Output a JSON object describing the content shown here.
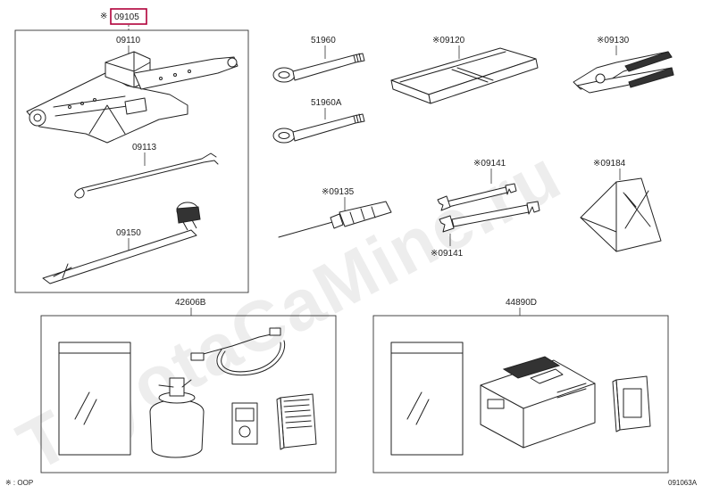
{
  "diagram": {
    "highlight_color": "#b0003a",
    "watermark": "ToyotaCaMine.ru",
    "footer_left": "※ : OOP",
    "footer_right": "091063A",
    "group_header": {
      "mark": "※",
      "code": "09105"
    },
    "parts": {
      "jack": "09110",
      "jack_handle": "09113",
      "lug_wrench": "09150",
      "tow_eye_1": "51960",
      "tow_eye_2": "51960A",
      "tool_bag": "※09120",
      "pliers": "※09130",
      "wrench_1": "※09141",
      "screwdriver": "※09135",
      "wrench_2": "※09141",
      "wheel_chock": "※09184",
      "repair_kit": "42606B",
      "compressor_kit": "44890D"
    }
  }
}
